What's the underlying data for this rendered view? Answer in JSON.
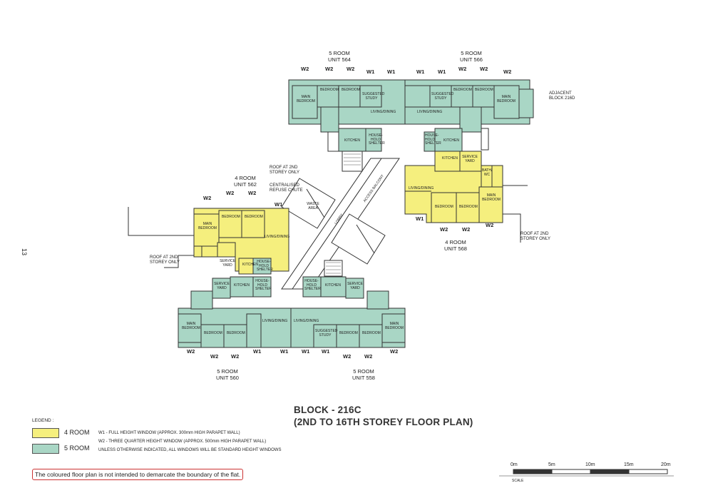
{
  "page_number": "13",
  "title": {
    "line1": "BLOCK - 216C",
    "line2": "(2ND TO 16TH STOREY FLOOR PLAN)"
  },
  "colors": {
    "four_room": "#f5ef7e",
    "five_room": "#a9d6c5",
    "wall": "#333333"
  },
  "units": [
    {
      "type": "5 ROOM",
      "unit": "UNIT 564"
    },
    {
      "type": "5 ROOM",
      "unit": "UNIT 566"
    },
    {
      "type": "4 ROOM",
      "unit": "UNIT 562"
    },
    {
      "type": "4 ROOM",
      "unit": "UNIT 568"
    },
    {
      "type": "5 ROOM",
      "unit": "UNIT 560"
    },
    {
      "type": "5 ROOM",
      "unit": "UNIT 558"
    }
  ],
  "room_labels": {
    "main_bedroom": "MAIN BEDROOM",
    "bedroom": "BEDROOM",
    "suggested_study": "SUGGESTED STUDY",
    "living_dining": "LIVING/DINING",
    "kitchen": "KITCHEN",
    "household_shelter": "HOUSE-HOLD SHELTER",
    "service_yard": "SERVICE YARD",
    "bath_wc": "BATH/ WC",
    "wc": "WC"
  },
  "windows": {
    "w1": "W1",
    "w2": "W2"
  },
  "annotations": {
    "adjacent_block": "ADJACENT BLOCK 216D",
    "roof_2nd_only": "ROOF AT 2ND STOREY ONLY",
    "refuse_chute": "CENTRALISED REFUSE CHUTE",
    "access_balcony": "ACCESS BALCONY",
    "lobby": "LOBBY",
    "waste_area": "WASTE AREA"
  },
  "legend": {
    "title": "LEGEND :",
    "four_room": "4 ROOM",
    "five_room": "5 ROOM",
    "notes": [
      "W1 - FULL HEIGHT WINDOW (APPROX. 300mm HIGH PARAPET WALL)",
      "W2 - THREE QUARTER HEIGHT WINDOW (APPROX. 500mm HIGH PARAPET WALL)",
      "UNLESS OTHERWISE INDICATED, ALL WINDOWS WILL BE STANDARD HEIGHT WINDOWS"
    ]
  },
  "disclaimer": "The coloured floor plan is not intended to demarcate the boundary of the flat.",
  "scale": {
    "ticks": [
      "0m",
      "5m",
      "10m",
      "15m",
      "20m"
    ],
    "label": "SCALE"
  }
}
